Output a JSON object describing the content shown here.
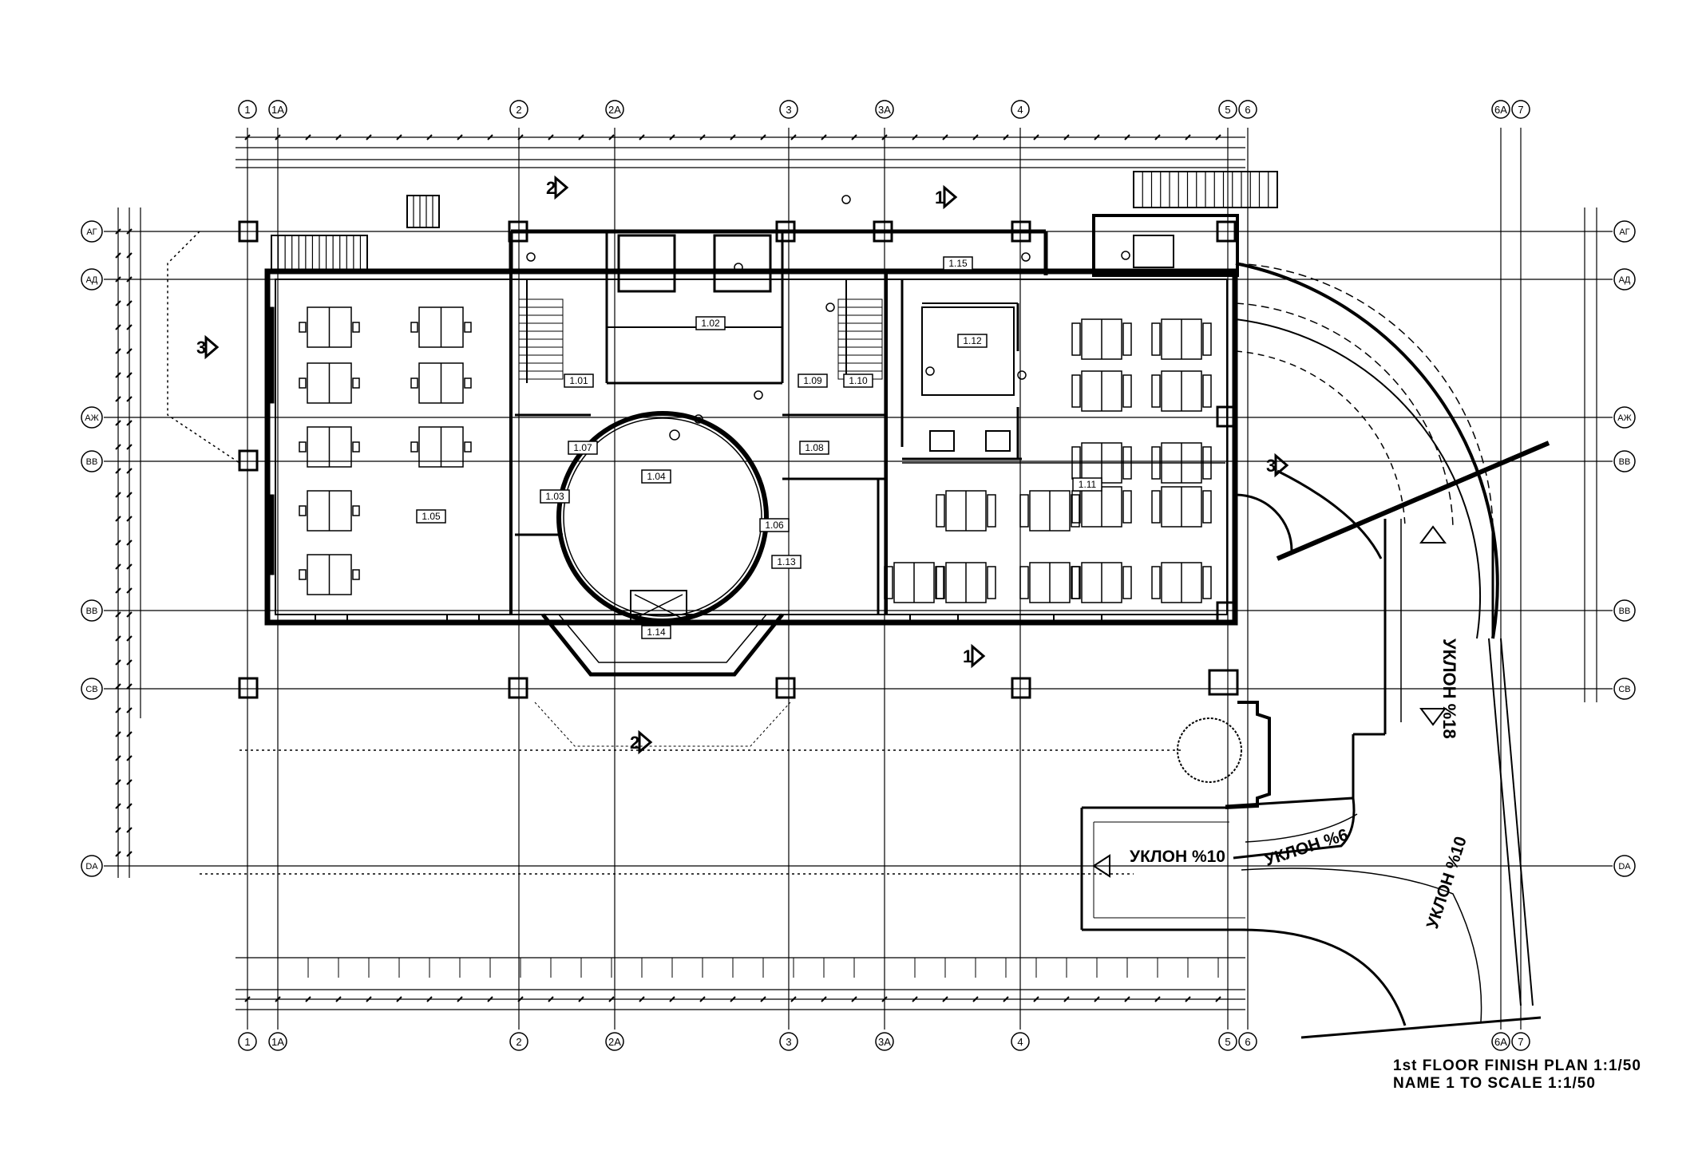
{
  "drawing": {
    "title_line1": "1st FLOOR FINISH PLAN 1:1/50",
    "title_line2": "NAME 1 TO SCALE 1:1/50"
  },
  "axes": {
    "top": [
      "1",
      "1A",
      "2",
      "2A",
      "3",
      "3A",
      "4",
      "5",
      "6",
      "6A",
      "7"
    ],
    "left": [
      "AГ",
      "AД",
      "AЖ",
      "BB",
      "BB",
      "CB",
      "DA"
    ]
  },
  "rooms": [
    {
      "id": "1.05"
    },
    {
      "id": "1.02"
    },
    {
      "id": "1.04"
    },
    {
      "id": "1.12"
    },
    {
      "id": "1.11"
    },
    {
      "id": "1.13"
    },
    {
      "id": "1.14"
    },
    {
      "id": "1.15"
    },
    {
      "id": "1.01"
    },
    {
      "id": "1.03"
    },
    {
      "id": "1.07"
    },
    {
      "id": "1.08"
    },
    {
      "id": "1.09"
    },
    {
      "id": "1.10"
    },
    {
      "id": "1.06"
    }
  ],
  "slopes": {
    "s1": "УКЛОН %18",
    "s2": "УКЛОН %10",
    "s3": "УКЛОН %6",
    "s4": "УКЛОН %10"
  },
  "section_marks": [
    "1",
    "2",
    "3",
    "3",
    "2",
    "1"
  ]
}
